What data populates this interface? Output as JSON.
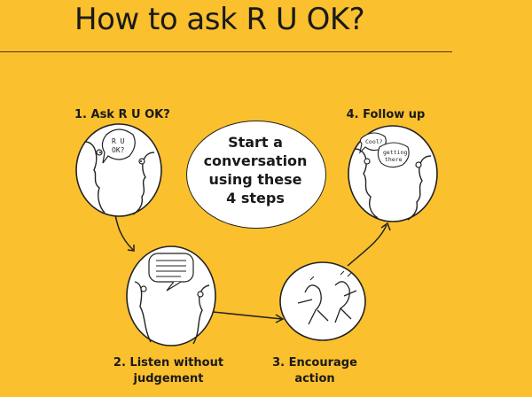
{
  "title": "How to ask R U OK?",
  "center_lines": [
    "Start a",
    "conversation",
    "using these",
    "4 steps"
  ],
  "steps": [
    {
      "label_lines": [
        "1. Ask R U OK?"
      ],
      "bubble_text": [
        "R U",
        "OK?"
      ]
    },
    {
      "label_lines": [
        "2. Listen without",
        "judgement"
      ]
    },
    {
      "label_lines": [
        "3. Encourage",
        "action"
      ]
    },
    {
      "label_lines": [
        "4. Follow up"
      ],
      "bubble_text": [
        "Cool?",
        "getting",
        "there"
      ]
    }
  ],
  "colors": {
    "background": "#fbc02d",
    "ink": "#1a1a1a",
    "circle": "#ffffff"
  }
}
